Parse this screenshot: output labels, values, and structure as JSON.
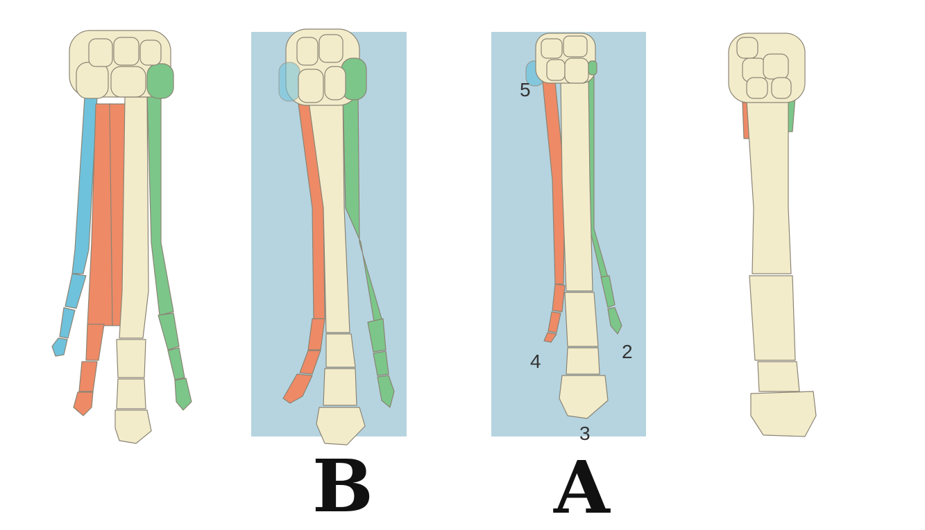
{
  "colors": {
    "bone": "#f3eccb",
    "bone_shadow": "#e4dab2",
    "outline": "#8a8474",
    "digit1": "#6fc2dc",
    "digit4": "#ee8a66",
    "digit2": "#7cc68a",
    "panel_bg": "#b5d4e0"
  },
  "panel_labels": {
    "b": "B",
    "a": "A"
  },
  "digit_labels": {
    "d5": "5",
    "d4": "4",
    "d2": "2",
    "d3": "3"
  }
}
